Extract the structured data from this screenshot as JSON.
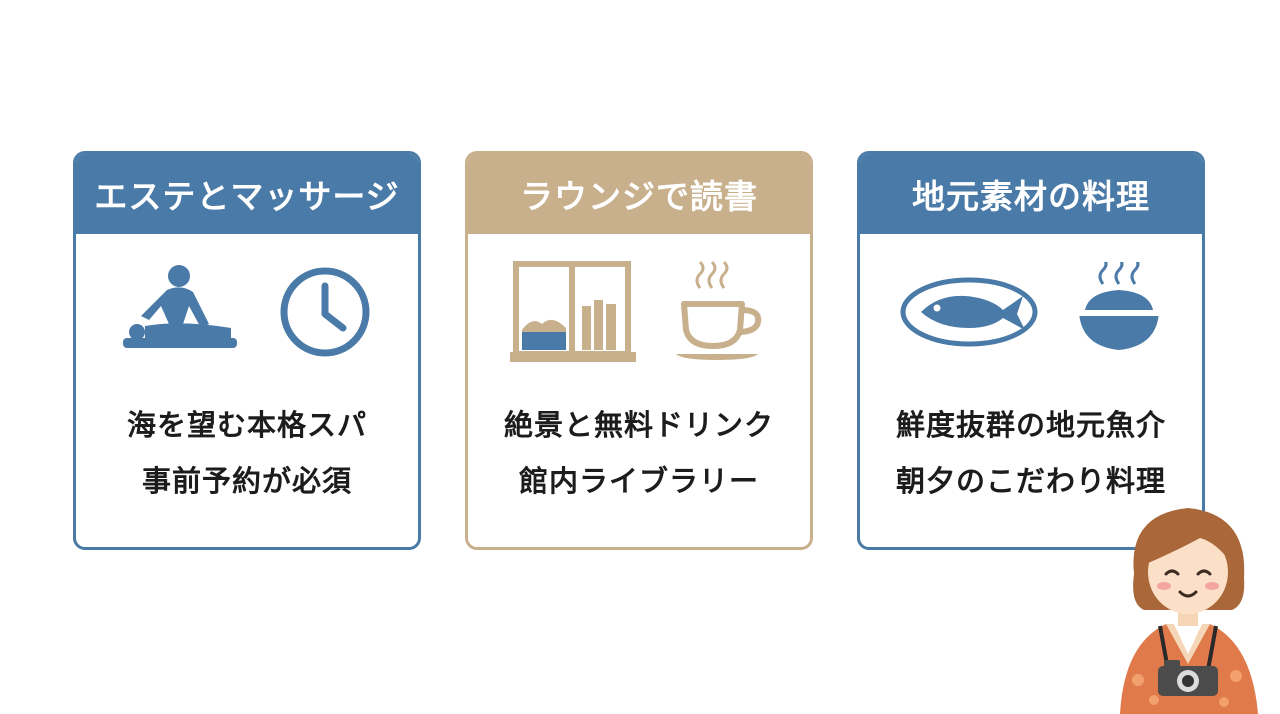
{
  "colors": {
    "blue": "#4a7aa7",
    "tan": "#c8b08d",
    "card_bg": "#ffffff",
    "text": "#1c1c1c"
  },
  "cards": [
    {
      "title": "エステとマッサージ",
      "accent": "#4a7aa7",
      "icons": [
        "massage-icon",
        "clock-icon"
      ],
      "line1": "海を望む本格スパ",
      "line2": "事前予約が必須"
    },
    {
      "title": "ラウンジで読書",
      "accent": "#c8b08d",
      "icons": [
        "window-bookshelf-icon",
        "coffee-cup-icon"
      ],
      "line1": "絶景と無料ドリンク",
      "line2": "館内ライブラリー"
    },
    {
      "title": "地元素材の料理",
      "accent": "#4a7aa7",
      "icons": [
        "fish-platter-icon",
        "rice-bowl-icon"
      ],
      "line1": "鮮度抜群の地元魚介",
      "line2": "朝夕のこだわり料理"
    }
  ],
  "character": {
    "icon": "girl-with-camera-illustration"
  }
}
